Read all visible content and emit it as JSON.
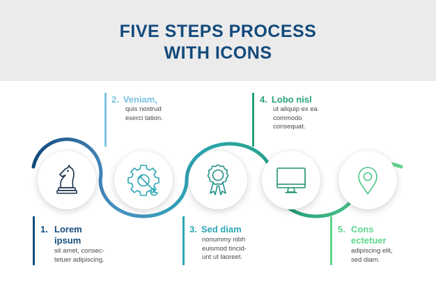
{
  "title": {
    "line1": "FIVE STEPS PROCESS",
    "line2": "WITH ICONS"
  },
  "colors": {
    "header_bg": "#ebebeb",
    "title": "#134a7c",
    "step1": "#134a7c",
    "step2": "#7cc3e2",
    "step3": "#2aa6b2",
    "step4": "#26a17a",
    "step5": "#5fd68c"
  },
  "steps": [
    {
      "number": "1.",
      "title_lines": [
        "Lorem",
        "ipsum"
      ],
      "desc_lines": [
        "sit amet, consec-",
        "tetuer adipiscing."
      ],
      "icon": "chess-knight-icon"
    },
    {
      "number": "2.",
      "title_lines": [
        "Veniam,"
      ],
      "desc_lines": [
        "quis nostrud",
        "exerci tation."
      ],
      "icon": "gear-wrench-icon"
    },
    {
      "number": "3.",
      "title_lines": [
        "Sed diam"
      ],
      "desc_lines": [
        "nonummy nibh",
        "euismod tincid-",
        "unt ut laoreet."
      ],
      "icon": "award-ribbon-icon"
    },
    {
      "number": "4.",
      "title_lines": [
        "Lobo nisl"
      ],
      "desc_lines": [
        "ut aliquip ex ea",
        "commodo",
        "consequat."
      ],
      "icon": "monitor-icon"
    },
    {
      "number": "5.",
      "title_lines": [
        "Cons",
        "ectetuer"
      ],
      "desc_lines": [
        "adipiscing elit,",
        "sed diam."
      ],
      "icon": "location-pin-icon"
    }
  ]
}
